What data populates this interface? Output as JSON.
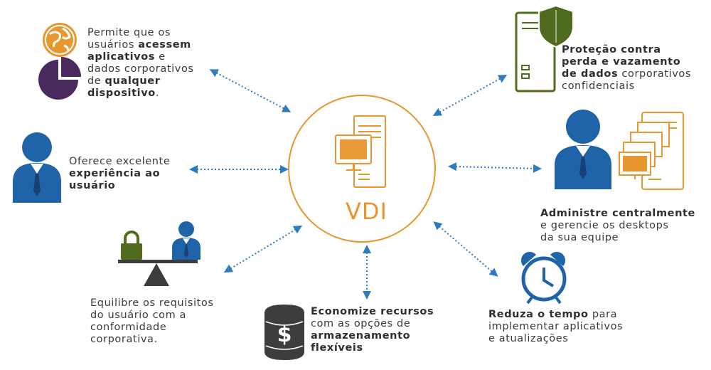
{
  "center": {
    "label": "VDI"
  },
  "benefits": {
    "any_device": [
      [
        {
          "t": "Permite que os",
          "b": false
        }
      ],
      [
        {
          "t": "usuários ",
          "b": false
        },
        {
          "t": "acessem",
          "b": true
        }
      ],
      [
        {
          "t": "aplicativos",
          "b": true
        },
        {
          "t": " e",
          "b": false
        }
      ],
      [
        {
          "t": "dados corporativos",
          "b": false
        }
      ],
      [
        {
          "t": "de ",
          "b": false
        },
        {
          "t": "qualquer",
          "b": true
        }
      ],
      [
        {
          "t": "dispositivo",
          "b": true
        },
        {
          "t": ".",
          "b": false
        }
      ]
    ],
    "experience": [
      [
        {
          "t": "Oferece excelente",
          "b": false
        }
      ],
      [
        {
          "t": "experiência ao",
          "b": true
        }
      ],
      [
        {
          "t": "usuário",
          "b": true
        }
      ]
    ],
    "balance": [
      [
        {
          "t": "Equilibre os requisitos",
          "b": false
        }
      ],
      [
        {
          "t": "do usuário com a",
          "b": false
        }
      ],
      [
        {
          "t": "conformidade",
          "b": false
        }
      ],
      [
        {
          "t": "corporativa.",
          "b": false
        }
      ]
    ],
    "storage": [
      [
        {
          "t": "Economize recursos",
          "b": true
        }
      ],
      [
        {
          "t": "com as opções de",
          "b": false
        }
      ],
      [
        {
          "t": "armazenamento",
          "b": true
        }
      ],
      [
        {
          "t": "flexíveis",
          "b": true
        }
      ]
    ],
    "time": [
      [
        {
          "t": "Reduza o tempo",
          "b": true
        },
        {
          "t": " para",
          "b": false
        }
      ],
      [
        {
          "t": "implementar aplicativos",
          "b": false
        }
      ],
      [
        {
          "t": "e atualizações",
          "b": false
        }
      ]
    ],
    "manage": [
      [
        {
          "t": "Administre centralmente",
          "b": true
        }
      ],
      [
        {
          "t": "e gerencie os desktops",
          "b": false
        }
      ],
      [
        {
          "t": "da sua equipe",
          "b": false
        }
      ]
    ],
    "protection": [
      [
        {
          "t": "Proteção contra",
          "b": true
        }
      ],
      [
        {
          "t": "perda e vazamento",
          "b": true
        }
      ],
      [
        {
          "t": "de dados",
          "b": true
        },
        {
          "t": " corporativos",
          "b": false
        }
      ],
      [
        {
          "t": "confidenciais",
          "b": false
        }
      ]
    ]
  },
  "icons": {
    "currency_symbol": "$",
    "orange": "#e8962e",
    "purple": "#4a2a5e",
    "blue": "#1f63a8",
    "green": "#4f6b1e",
    "dark": "#3d3d3d"
  }
}
